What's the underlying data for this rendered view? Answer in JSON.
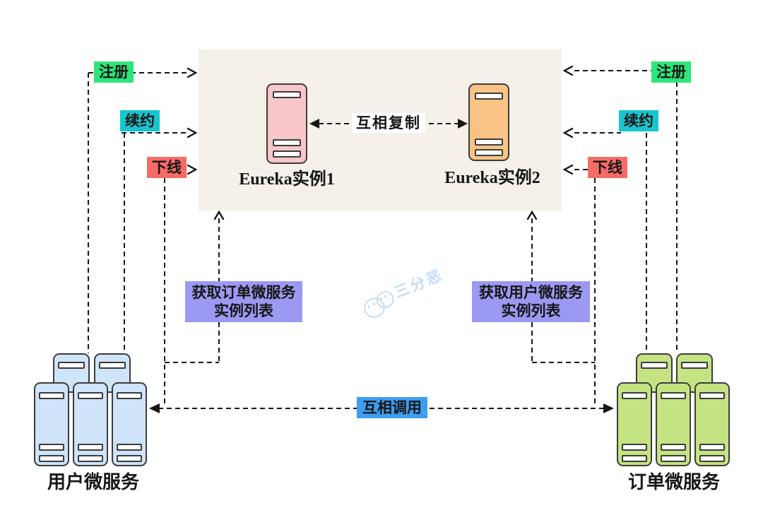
{
  "diagram": {
    "registry": {
      "instances": [
        {
          "label": "Eureka实例1"
        },
        {
          "label": "Eureka实例2"
        }
      ],
      "replication_label": "互相复制"
    },
    "operations": {
      "register": {
        "label": "注册",
        "color": "#2EE57A"
      },
      "renew": {
        "label": "续约",
        "color": "#18C5CF"
      },
      "offline": {
        "label": "下线",
        "color": "#F56B66"
      }
    },
    "fetch_order": {
      "line1": "获取订单微服务",
      "line2": "实例列表"
    },
    "fetch_user": {
      "line1": "获取用户微服务",
      "line2": "实例列表"
    },
    "mutual_call_label": "互相调用",
    "clusters": {
      "user": {
        "label": "用户微服务"
      },
      "order": {
        "label": "订单微服务"
      }
    },
    "watermark": {
      "text": "三分恶"
    },
    "colors": {
      "panel_bg": "#F5F1E8",
      "register_bg": "#2EE57A",
      "renew_bg": "#18C5CF",
      "offline_bg": "#F56B66",
      "fetch_bg": "#9B99F1",
      "mutual_call_bg": "#3B9FF0",
      "replication_bg": "#FFFFFF",
      "eureka1_server": "#F9C6CA",
      "eureka2_server": "#F8C384",
      "user_server": "#CFE3F9",
      "order_server": "#C6E383",
      "line_color": "#151515",
      "watermark": "#C6DCF6"
    }
  }
}
